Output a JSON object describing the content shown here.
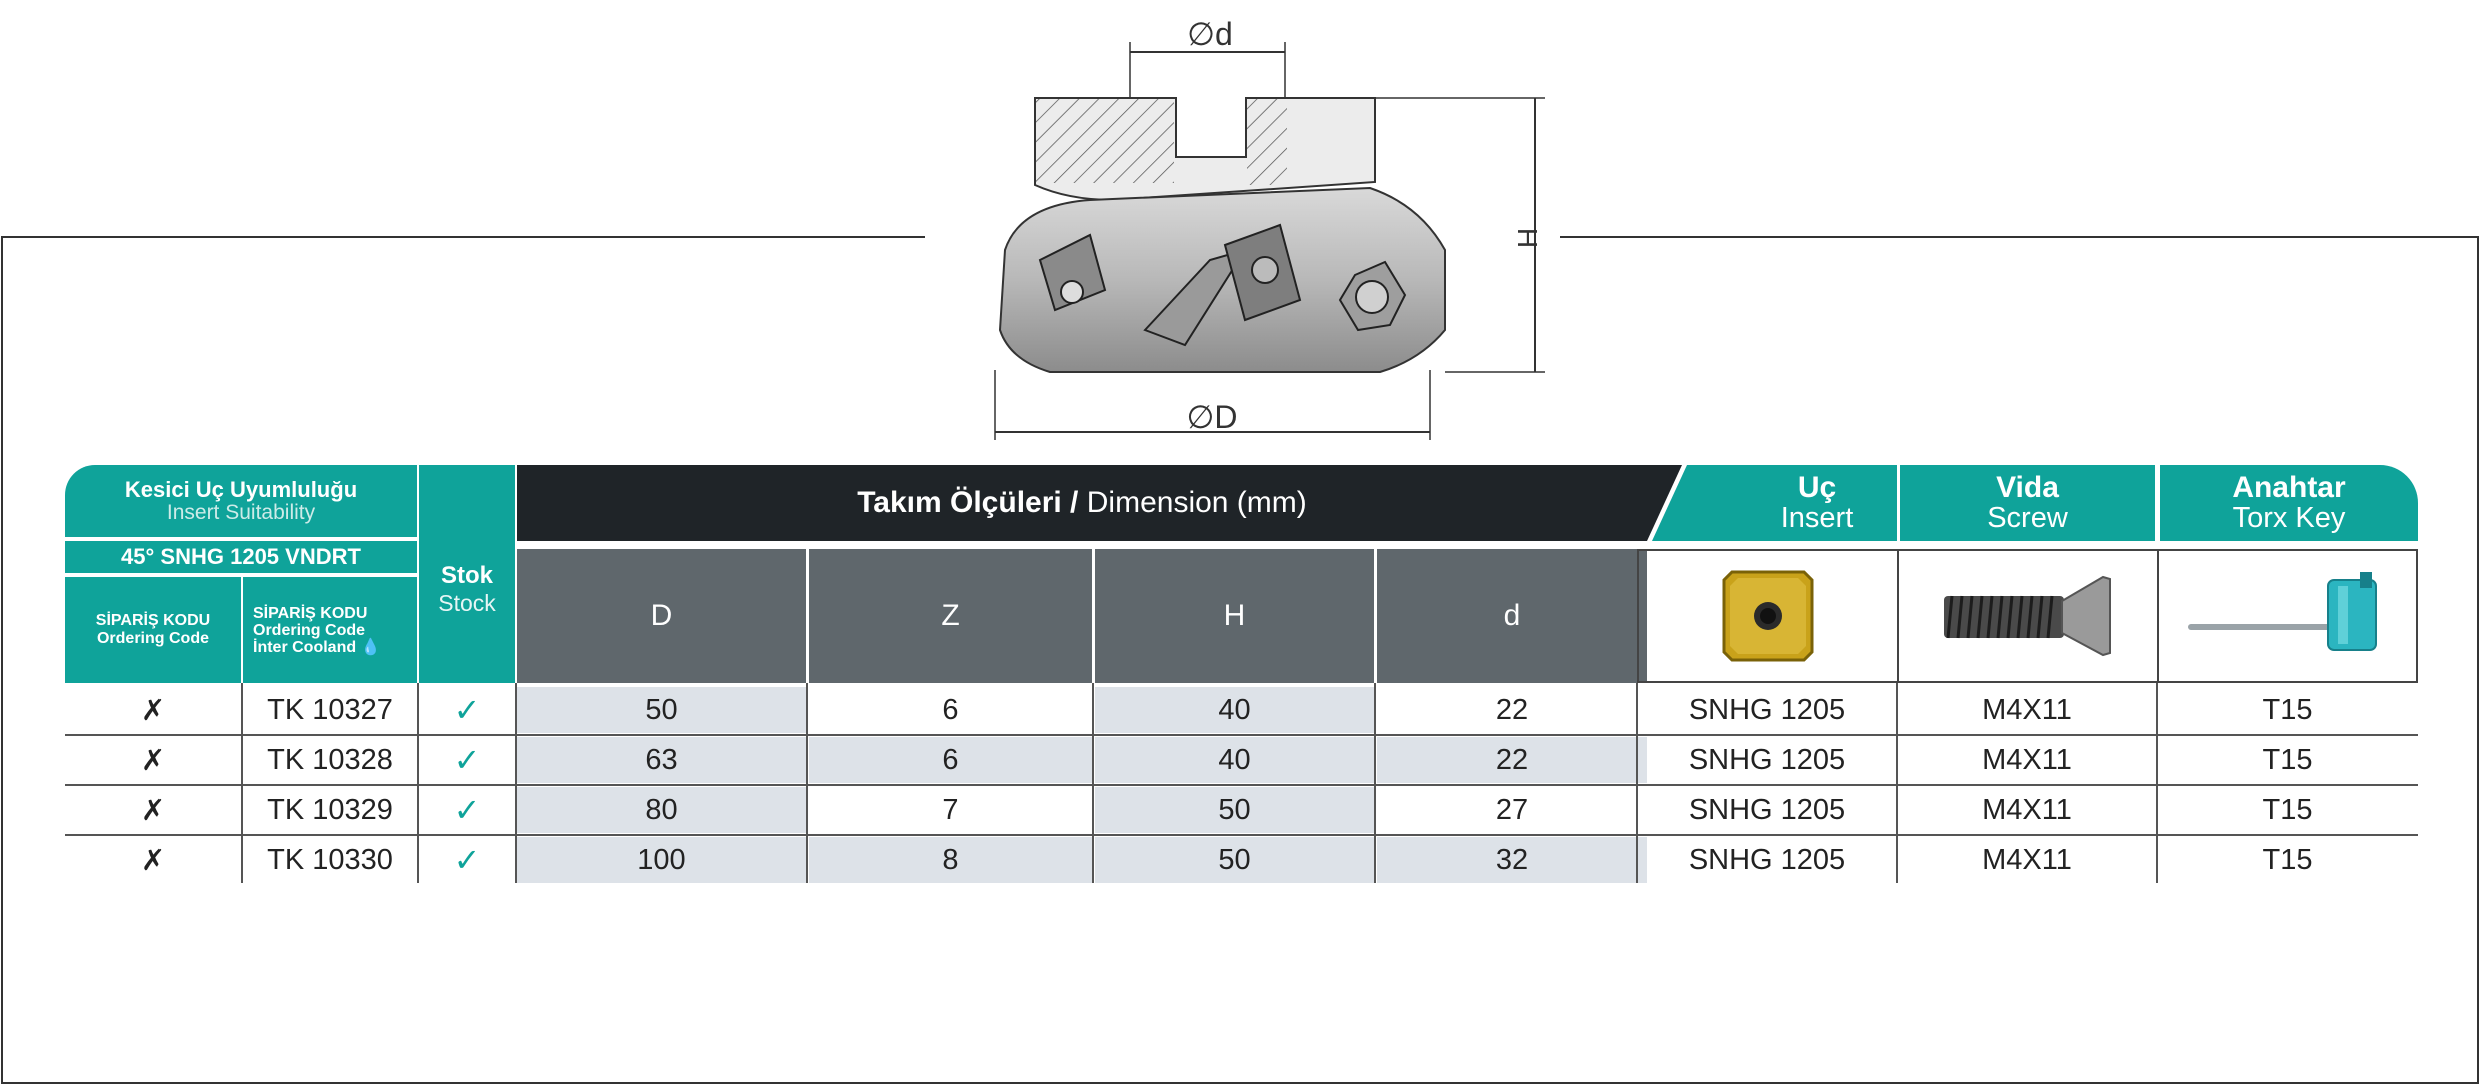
{
  "drawing": {
    "label_d": "∅d",
    "label_D": "∅D",
    "label_H": "H"
  },
  "table": {
    "insert_suitability_title": "Kesici Uç Uyumluluğu",
    "insert_suitability_sub": "Insert Suitability",
    "insert_spec": "45° SNHG 1205 VNDRT",
    "ordering_code_tr": "SİPARİŞ KODU",
    "ordering_code_en": "Ordering Code",
    "ordering_code2_tr": "SİPARİŞ KODU",
    "ordering_code2_en": "Ordering Code",
    "ordering_code2_note": "İnter Cooland",
    "stock_tr": "Stok",
    "stock_en": "Stock",
    "dimension_title_tr": "Takım Ölçüleri /",
    "dimension_title_en": "Dimension (mm)",
    "insert_tr": "Uç",
    "insert_en": "Insert",
    "screw_tr": "Vida",
    "screw_en": "Screw",
    "key_tr": "Anahtar",
    "key_en": "Torx Key",
    "col_D": "D",
    "col_Z": "Z",
    "col_H": "H",
    "col_d": "d",
    "rows": [
      {
        "code1": "✗",
        "code2": "TK 10327",
        "stock": "✓",
        "D": "50",
        "Z": "6",
        "H": "40",
        "d": "22",
        "insert": "SNHG 1205",
        "screw": "M4X11",
        "key": "T15"
      },
      {
        "code1": "✗",
        "code2": "TK 10328",
        "stock": "✓",
        "D": "63",
        "Z": "6",
        "H": "40",
        "d": "22",
        "insert": "SNHG 1205",
        "screw": "M4X11",
        "key": "T15"
      },
      {
        "code1": "✗",
        "code2": "TK 10329",
        "stock": "✓",
        "D": "80",
        "Z": "7",
        "H": "50",
        "d": "27",
        "insert": "SNHG 1205",
        "screw": "M4X11",
        "key": "T15"
      },
      {
        "code1": "✗",
        "code2": "TK 10330",
        "stock": "✓",
        "D": "100",
        "Z": "8",
        "H": "50",
        "d": "32",
        "insert": "SNHG 1205",
        "screw": "M4X11",
        "key": "T15"
      }
    ]
  },
  "colors": {
    "teal": "#0fa39a",
    "dark": "#1f2428",
    "grey": "#5f676c",
    "shade": "#dde2e8",
    "insert_gold": "#c9a21a",
    "key_cyan": "#2bb5c0"
  }
}
